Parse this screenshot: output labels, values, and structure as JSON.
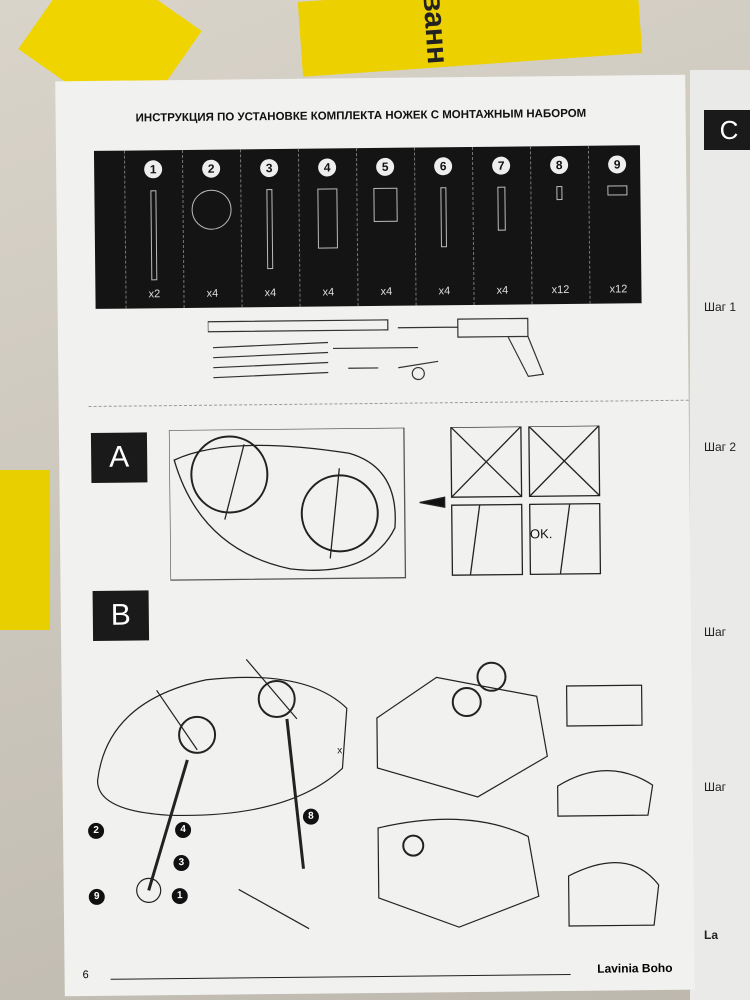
{
  "header": {
    "title": "ИНСТРУКЦИЯ ПО УСТАНОВКЕ КОМПЛЕКТА НОЖЕК С МОНТАЖНЫМ НАБОРОМ"
  },
  "parts": [
    {
      "num": "1",
      "qty": "x2"
    },
    {
      "num": "2",
      "qty": "x4"
    },
    {
      "num": "3",
      "qty": "x4"
    },
    {
      "num": "4",
      "qty": "x4"
    },
    {
      "num": "5",
      "qty": "x4"
    },
    {
      "num": "6",
      "qty": "x4"
    },
    {
      "num": "7",
      "qty": "x4"
    },
    {
      "num": "8",
      "qty": "x12"
    },
    {
      "num": "9",
      "qty": "x12"
    }
  ],
  "sections": {
    "a": "A",
    "b": "B",
    "ok": "OK.",
    "x": "x"
  },
  "callouts": [
    "2",
    "4",
    "3",
    "9",
    "1",
    "8"
  ],
  "footer": {
    "page": "6",
    "brand": "Lavinia Boho"
  },
  "next_page": {
    "section": "C",
    "steps": [
      "Шаг 1",
      "Шаг 2",
      "Шаг",
      "Шаг"
    ],
    "brand": "La"
  },
  "tape_text": "ованн"
}
